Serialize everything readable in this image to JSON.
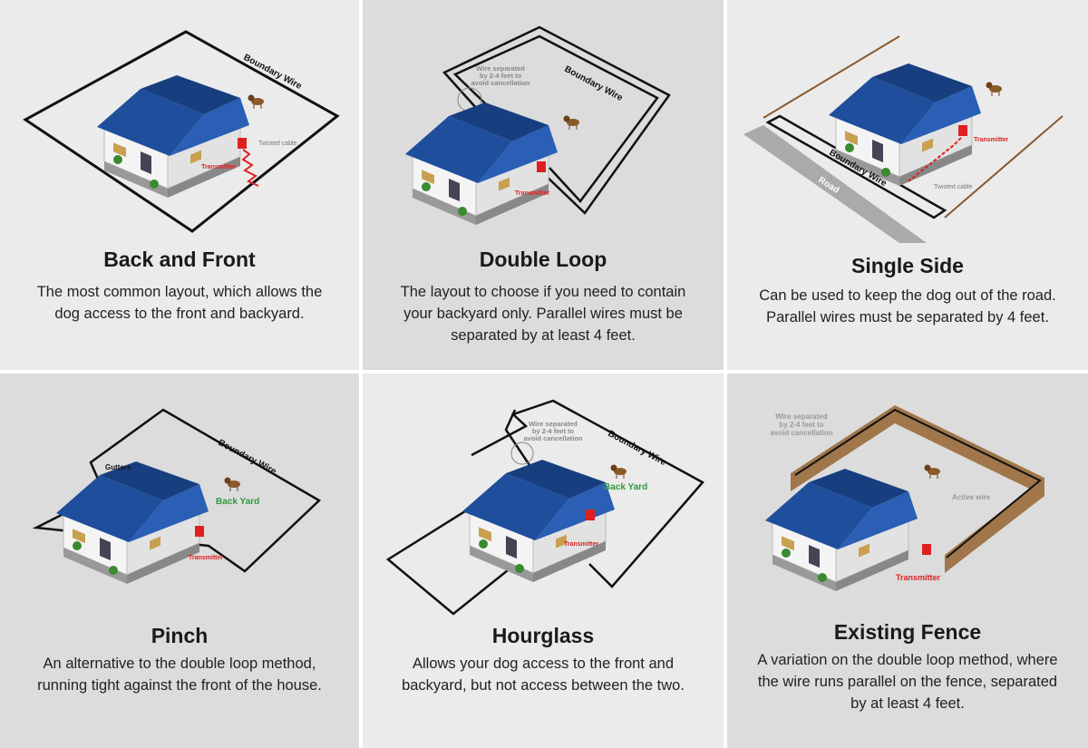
{
  "panels": [
    {
      "title": "Back and Front",
      "desc": "The most common layout, which allows the dog access to the front and backyard.",
      "labels": {
        "wire": "Boundary Wire",
        "cable": "Twisted cable",
        "transmitter": "Transmitter"
      }
    },
    {
      "title": "Double Loop",
      "desc": "The layout to choose if you need to contain your backyard only. Parallel wires must be separated by at least 4 feet.",
      "labels": {
        "wire": "Boundary Wire",
        "note1": "Wire separated",
        "note2": "by 2-4 feet to",
        "note3": "avoid cancellation",
        "transmitter": "Transmitter"
      }
    },
    {
      "title": "Single Side",
      "desc": "Can be used to keep the dog out of the road. Parallel wires must be separated by 4 feet.",
      "labels": {
        "wire": "Boundary Wire",
        "road": "Road",
        "cable": "Twisted cable",
        "transmitter": "Transmitter"
      }
    },
    {
      "title": "Pinch",
      "desc": "An alternative to the double loop method, running tight against the front of the house.",
      "labels": {
        "wire": "Boundary Wire",
        "gutters": "Gutters",
        "yard": "Back Yard",
        "transmitter": "Transmitter"
      }
    },
    {
      "title": "Hourglass",
      "desc": "Allows your dog access to the front and backyard, but not access between the two.",
      "labels": {
        "wire": "Boundary Wire",
        "note1": "Wire separated",
        "note2": "by 2-4 feet to",
        "note3": "avoid cancellation",
        "yard": "Back Yard",
        "transmitter": "Transmitter"
      }
    },
    {
      "title": "Existing Fence",
      "desc": "A variation on the double loop method, where the wire runs parallel on the fence, separated by at least 4 feet.",
      "labels": {
        "note1": "Wire separated",
        "note2": "by 2-4 feet to",
        "note3": "avoid cancellation",
        "active": "Active wire",
        "transmitter": "Transmitter"
      }
    }
  ],
  "colors": {
    "roof": "#1f4e9c",
    "wire": "#111111",
    "transmitter": "#e02020",
    "fence": "#a0764a",
    "yard_label": "#2e9b3a"
  }
}
